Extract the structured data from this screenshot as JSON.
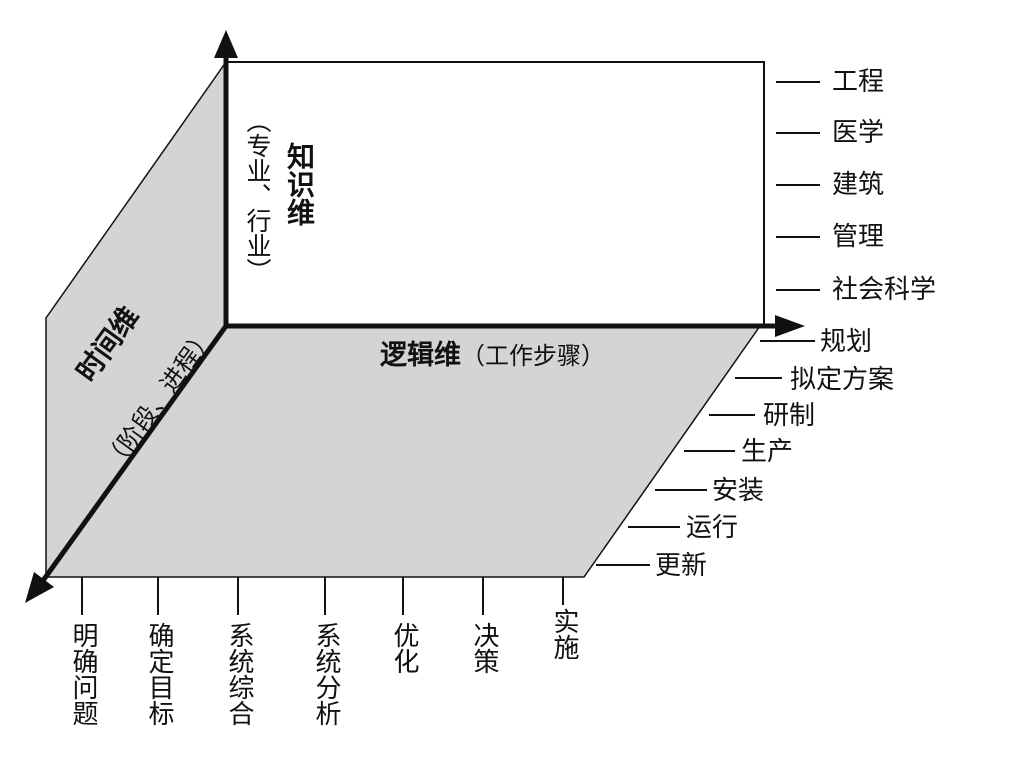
{
  "colors": {
    "plane_fill": "#d4d4d4",
    "line": "#111111",
    "background": "#ffffff"
  },
  "axes": {
    "knowledge": {
      "title": "知识维",
      "subtitle": "（专业、行业）",
      "items": [
        "工程",
        "医学",
        "建筑",
        "管理",
        "社会科学"
      ]
    },
    "logic": {
      "title": "逻辑维",
      "subtitle": "（工作步骤）",
      "items": [
        "规划",
        "拟定方案",
        "研制",
        "生产",
        "安装",
        "运行",
        "更新"
      ]
    },
    "time": {
      "title": "时间维",
      "subtitle": "（阶段、进程）",
      "steps": [
        "明确问题",
        "确定目标",
        "系统综合",
        "系统分析",
        "优化",
        "决策",
        "实施"
      ]
    }
  }
}
